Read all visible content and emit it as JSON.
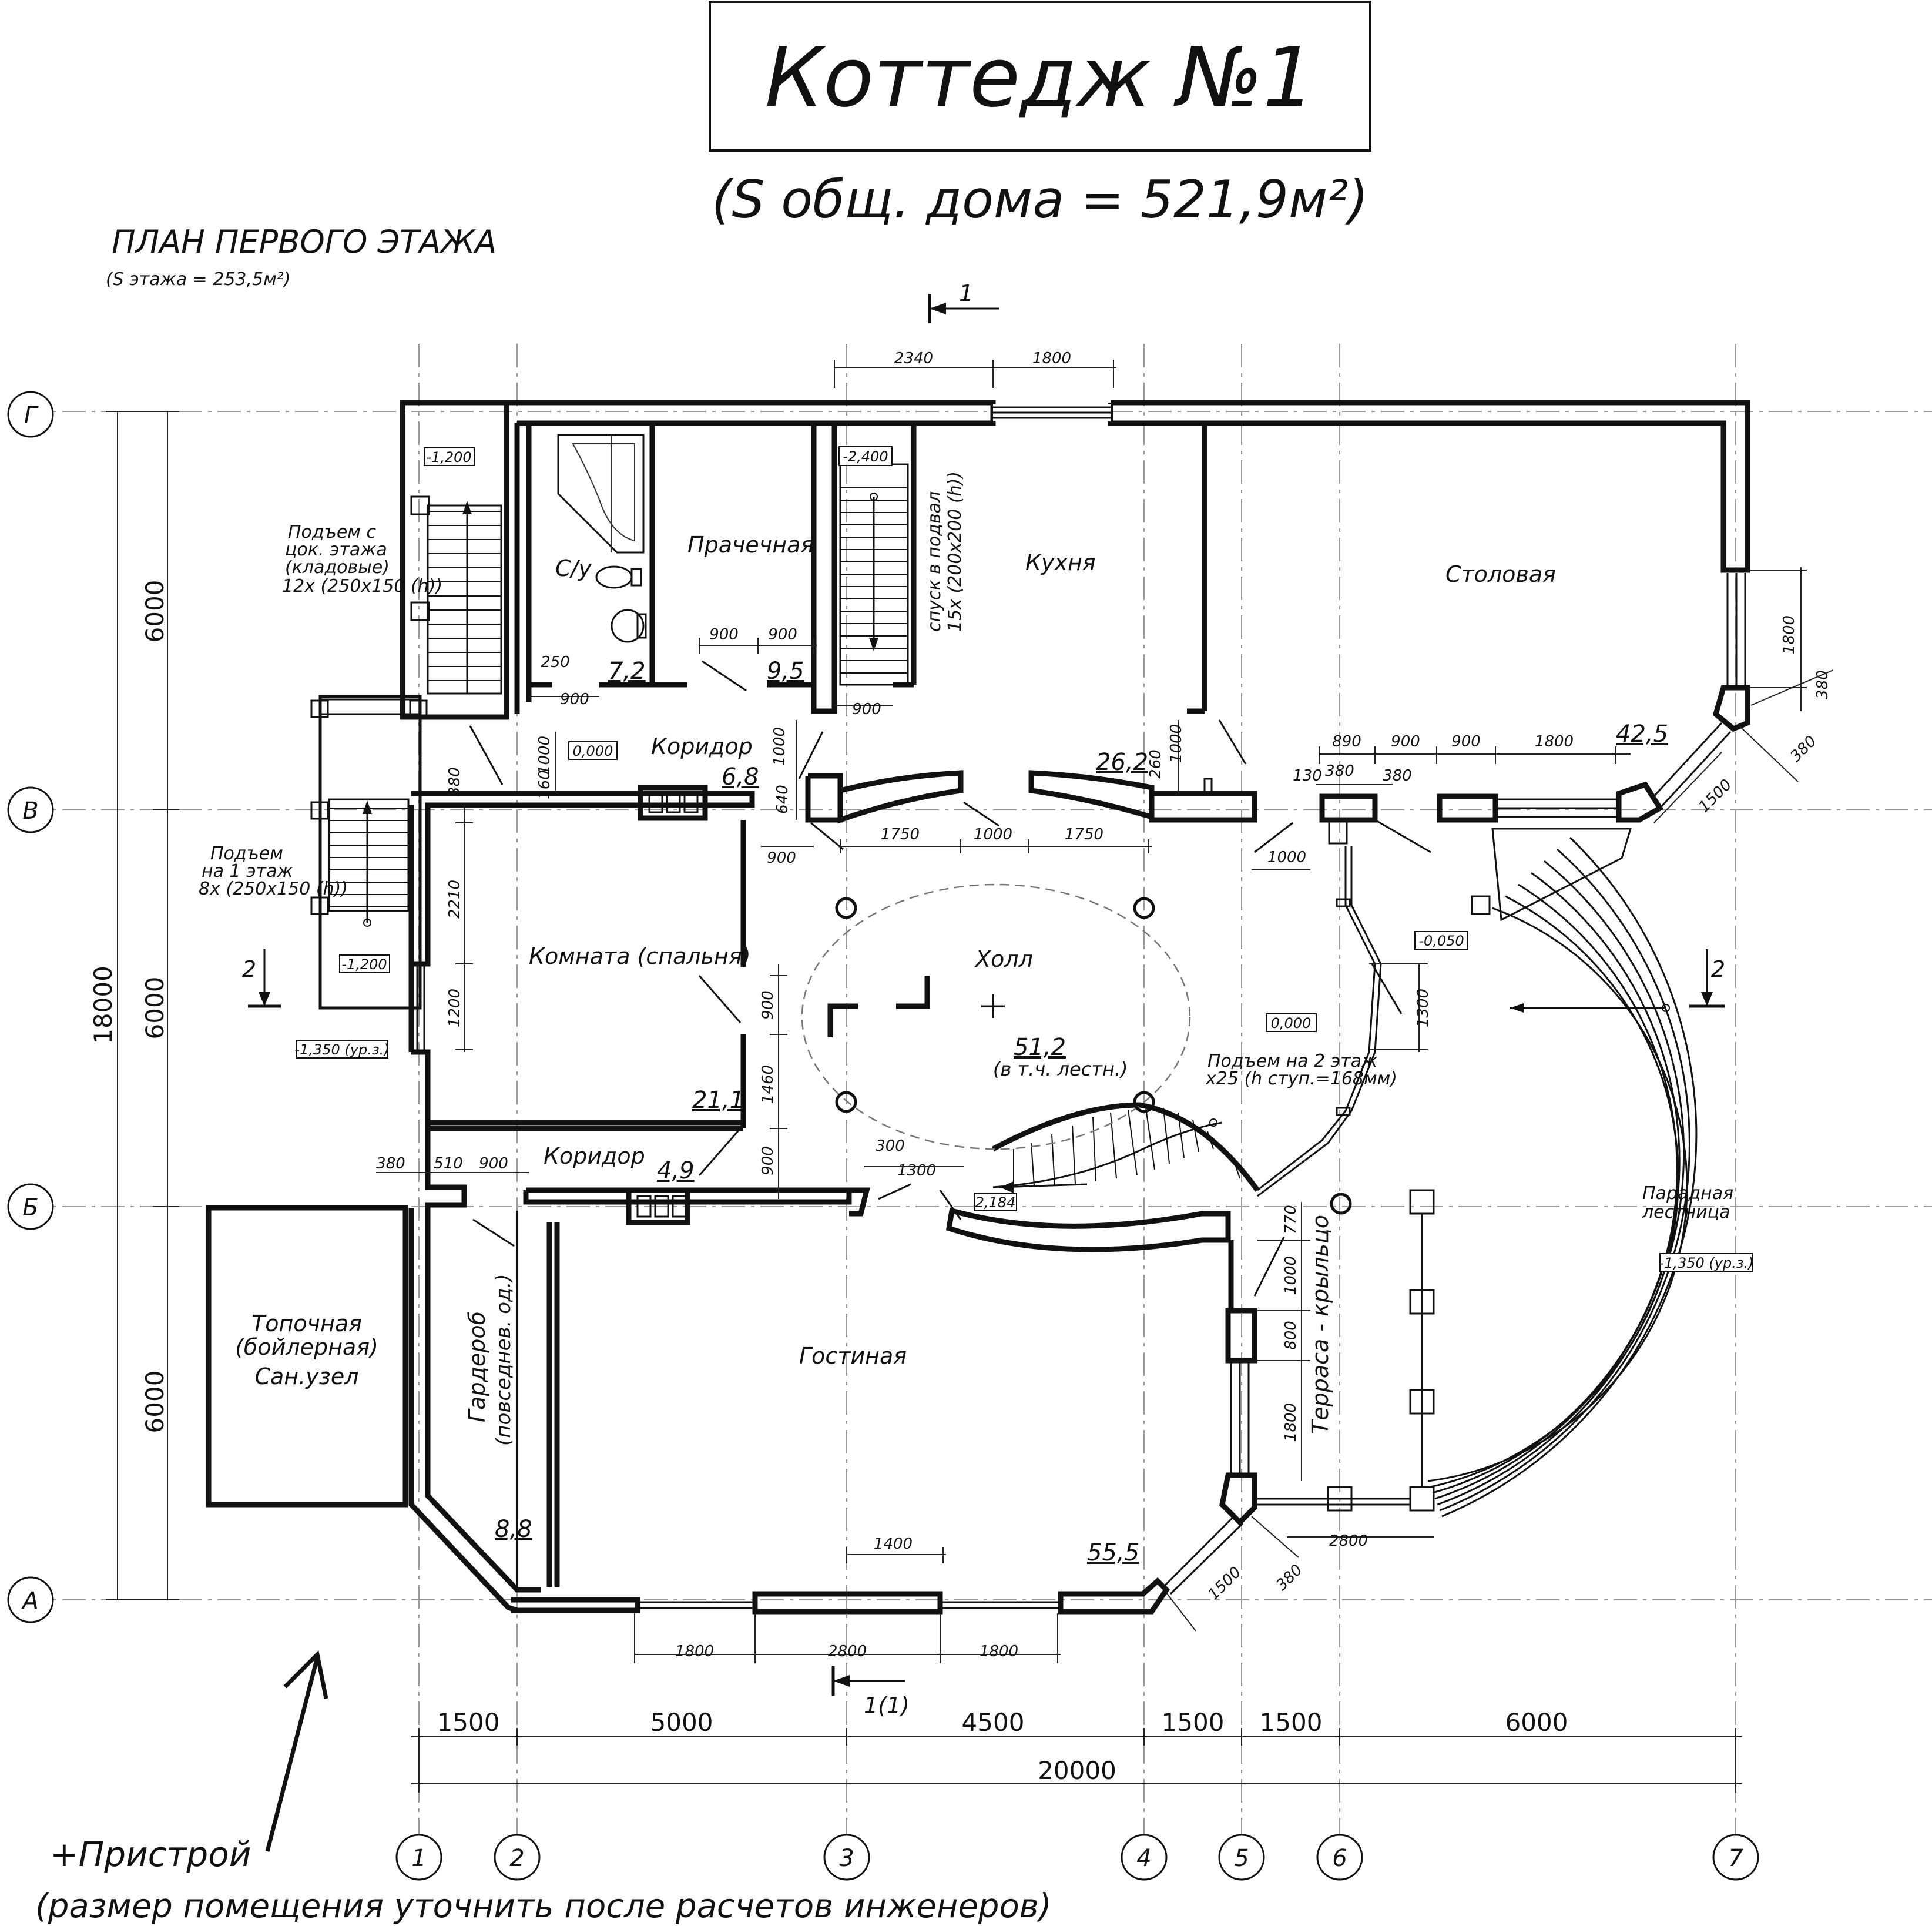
{
  "title": "Коттедж №1",
  "subtitle": "(S общ. дома = 521,9м²)",
  "plan_title": "ПЛАН ПЕРВОГО ЭТАЖА",
  "plan_area": "(S этажа = 253,5м²)",
  "section_marks": {
    "top": "1",
    "bottom": "1(1)",
    "left": "2",
    "right": "2"
  },
  "axes": {
    "rows": [
      "Г",
      "В",
      "Б",
      "А"
    ],
    "cols": [
      "1",
      "2",
      "3",
      "4",
      "5",
      "6",
      "7"
    ]
  },
  "rooms": {
    "su": "С/у",
    "su_area": "7,2",
    "laundry": "Прачечная",
    "laundry_area": "9,5",
    "kitchen": "Кухня",
    "kitchen_area": "26,2",
    "dining": "Столовая",
    "dining_area": "42,5",
    "corridor_top": "Коридор",
    "corridor_top_area": "6,8",
    "bedroom": "Комната (спальня)",
    "bedroom_area": "21,1",
    "hall": "Холл",
    "hall_area": "51,2",
    "hall_note": "(в т.ч. лестн.)",
    "corridor_bottom": "Коридор",
    "corridor_bottom_area": "4,9",
    "living": "Гостиная",
    "living_area": "55,5",
    "wardrobe_1": "Гардероб",
    "wardrobe_2": "(повседнев. од.)",
    "wardrobe_area": "8,8",
    "boiler_1": "Топочная",
    "boiler_2": "(бойлерная)",
    "boiler_3": "Сан.узел",
    "terrace": "Терраса - крыльцо",
    "main_stair_1": "Парадная",
    "main_stair_2": "лестница"
  },
  "notes": {
    "basement_stair_1": "Подъем с",
    "basement_stair_2": "цок. этажа",
    "basement_stair_3": "(кладовые)",
    "basement_stair_4": "12х (250х150 (h))",
    "cellar_stair_1": "спуск в подвал",
    "cellar_stair_2": "15х (200х200 (h))",
    "first_stair_1": "Подъем",
    "first_stair_2": "на 1 этаж",
    "first_stair_3": "8х (250х150 (h))",
    "second_stair_1": "Подъем на 2 этаж",
    "second_stair_2": "х25 (h ступ.=168мм)"
  },
  "levels": {
    "l1": "-1,200",
    "l2": "-2,400",
    "l3": "0,000",
    "l4": "-1,200",
    "l5": "-1,350 (ур.з.)",
    "l6": "-0,050",
    "l7": "0,000",
    "l8": "-1,350 (ур.з.)",
    "l9": "2,184"
  },
  "dims": {
    "d2340": "2340",
    "d1800_top": "1800",
    "d1800_r": "1800",
    "d380_r": "380",
    "d890": "890",
    "d900_a": "900",
    "d900_b": "900",
    "d1800_c": "1800",
    "d130": "130",
    "d380_a": "380",
    "d380_b": "380",
    "d380_c": "380",
    "d1500_r": "1500",
    "d900_su1": "900",
    "d900_su2": "900",
    "d250": "250",
    "d900_cor": "900",
    "d900_st": "900",
    "d1000_l": "1000",
    "d160": "160",
    "d1000_k": "1000",
    "d640": "640",
    "d1000_v": "1000",
    "d260": "260",
    "d380_v": "380",
    "d2210": "2210",
    "d1200": "1200",
    "d900_bed": "900",
    "d1750_a": "1750",
    "d1000_h": "1000",
    "d1750_b": "1750",
    "d1000_h2": "1000",
    "d900_h1": "900",
    "d1460": "1460",
    "d900_h2": "900",
    "d1300_r": "1300",
    "d380_b1": "380",
    "d510": "510",
    "d900_b1": "900",
    "d300": "300",
    "d1300_b": "1300",
    "d770": "770",
    "d1000_t": "1000",
    "d800": "800",
    "d1800_t": "1800",
    "d2800_t": "2800",
    "d1500_t": "1500",
    "d380_t": "380",
    "d1400": "1400",
    "d1800_b1": "1800",
    "d2800_b": "2800",
    "d1800_b2": "1800",
    "left_6000_a": "6000",
    "left_6000_b": "6000",
    "left_6000_c": "6000",
    "left_18000": "18000",
    "bot_1500_a": "1500",
    "bot_5000": "5000",
    "bot_4500": "4500",
    "bot_1500_b": "1500",
    "bot_1500_c": "1500",
    "bot_6000": "6000",
    "bot_total": "20000"
  },
  "bottom_note": {
    "line1": "+Пристрой",
    "line2": "(размер помещения уточнить после расчетов инженеров)"
  }
}
